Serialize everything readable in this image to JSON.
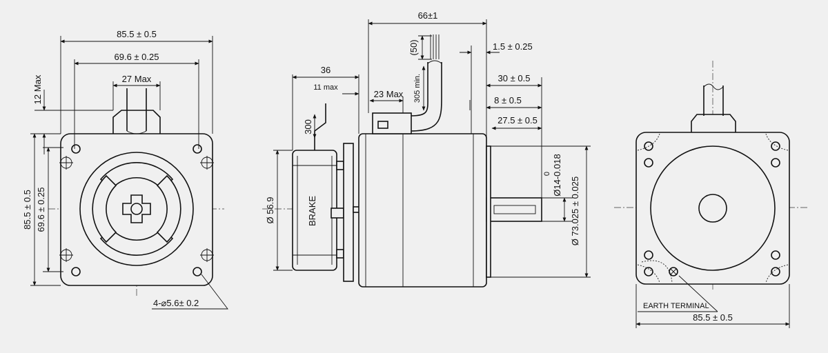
{
  "left_view": {
    "width_label": "85.5 ± 0.5",
    "hole_spacing_label": "69.6 ± 0.25",
    "cable_exit_label": "27 Max",
    "cable_height_label": "12 Max",
    "height_label": "85.5 ± 0.5",
    "hole_spacing_vert_label": "69.6 ± 0.25",
    "mount_holes_label": "4-⌀5.6±  0.2"
  },
  "middle_view": {
    "overall_length_label": "66±1",
    "cable_bend_label": "(50)",
    "cable_min_label": "305 min.",
    "flange_thickness_label": "1.5 ± 0.25",
    "brake_length_label": "36",
    "brake_gap_label": "11 max",
    "cable_box_label": "23 Max",
    "shaft_length_label": "30 ± 0.5",
    "flat_length_label": "8 ± 0.5",
    "key_length_label": "27.5 ± 0.5",
    "lead_length_label": "300",
    "brake_diameter_label": "Ø 56.9",
    "brake_text": "BRAKE",
    "shaft_tol_label": "0",
    "shaft_diameter_label": "Ø14-0.018",
    "pilot_diameter_label": "Ø 73.025 ± 0.025"
  },
  "right_view": {
    "earth_terminal_label": "EARTH TERMINAL",
    "width_label": "85.5 ± 0.5"
  },
  "colors": {
    "background": "#f0f0f0",
    "line": "#111111"
  }
}
